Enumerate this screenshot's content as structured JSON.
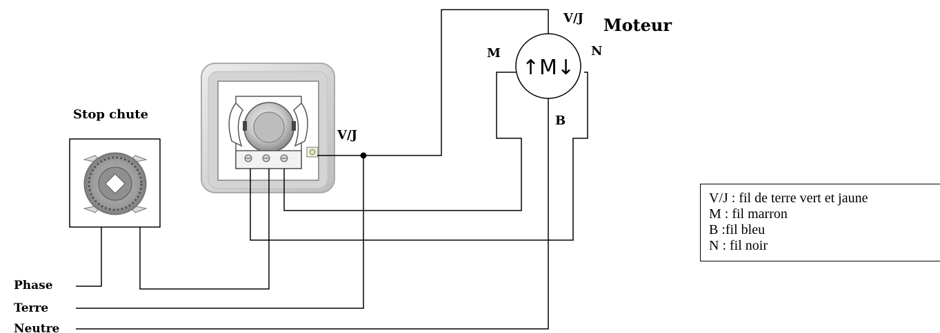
{
  "labels": {
    "stop_chute": "Stop chute",
    "vj_switch": "V/J",
    "vj_motor": "V/J",
    "moteur": "Moteur",
    "m": "M",
    "n": "N",
    "b": "B",
    "motor_symbol": "↑M↓",
    "phase": "Phase",
    "terre": "Terre",
    "neutre": "Neutre"
  },
  "legend": [
    "V/J : fil de terre vert et jaune",
    "M : fil marron",
    "B :fil bleu",
    "N : fil noir"
  ]
}
